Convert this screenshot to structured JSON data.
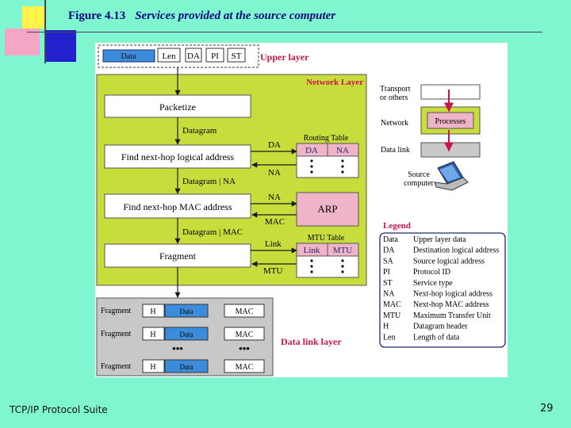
{
  "slide": {
    "figure_number": "Figure 4.13",
    "title": "Services provided at the source computer",
    "footer_left": "TCP/IP Protocol Suite",
    "page_number": "29"
  },
  "diagram": {
    "upper_layer_label": "Upper layer",
    "upper_packet": [
      "Data",
      "Len",
      "DA",
      "PI",
      "ST"
    ],
    "network_layer_label": "Network Layer",
    "data_link_layer_label": "Data link layer",
    "boxes": {
      "packetize": "Packetize",
      "find_next_hop_logical": "Find next-hop logical address",
      "find_next_hop_mac": "Find next-hop MAC address",
      "fragment": "Fragment",
      "arp": "ARP"
    },
    "flow_labels": {
      "datagram": "Datagram",
      "datagram_na": "Datagram | NA",
      "datagram_mac": "Datagram | MAC",
      "da": "DA",
      "na_out": "NA",
      "na_in": "NA",
      "mac": "MAC",
      "link": "Link",
      "mtu": "MTU"
    },
    "routing_table": {
      "title": "Routing Table",
      "cols": [
        "DA",
        "NA"
      ],
      "dots": "•\n•\n•"
    },
    "mtu_table": {
      "title": "MTU Table",
      "cols": [
        "Link",
        "MTU"
      ]
    },
    "fragments": [
      {
        "label": "Fragment",
        "h": "H",
        "data": "Data",
        "mac": "MAC"
      },
      {
        "label": "Fragment",
        "h": "H",
        "data": "Data",
        "mac": "MAC"
      },
      {
        "label": "Fragment",
        "h": "H",
        "data": "Data",
        "mac": "MAC"
      }
    ],
    "fragment_ellipsis": "•••",
    "stack": {
      "transport": [
        "Transport",
        "or others"
      ],
      "network": "Network",
      "processes": "Processes",
      "data_link": "Data link",
      "source": [
        "Source",
        "computer"
      ]
    },
    "legend": {
      "title": "Legend",
      "items": [
        [
          "Data",
          "Upper layer data"
        ],
        [
          "DA",
          "Destination logical address"
        ],
        [
          "SA",
          "Source logical address"
        ],
        [
          "PI",
          "Protocol ID"
        ],
        [
          "ST",
          "Service type"
        ],
        [
          "NA",
          "Next-hop logical address"
        ],
        [
          "MAC",
          "Next-hop MAC address"
        ],
        [
          "MTU",
          "Maximum Transfer Unit"
        ],
        [
          "H",
          "Datagram header"
        ],
        [
          "Len",
          "Length of data"
        ]
      ]
    },
    "colors": {
      "network_layer_bg": "#c8dc3c",
      "datalink_bg": "#c8c8c8",
      "table_header": "#f0b4c8",
      "accent_red": "#c8164b",
      "packet_blue": "#3c8cdc",
      "navy": "#1e2a6e"
    }
  }
}
